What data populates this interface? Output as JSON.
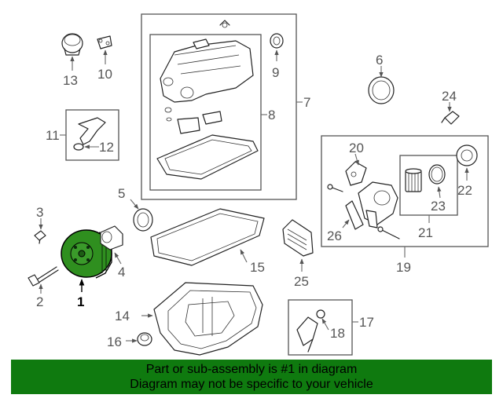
{
  "colors": {
    "banner_bg": "#0f7a0f",
    "highlight": "#2f8f1f",
    "label_text": "#555555"
  },
  "callouts": {
    "c1": "1",
    "c2": "2",
    "c3": "3",
    "c4": "4",
    "c5": "5",
    "c6": "6",
    "c7": "7",
    "c8": "8",
    "c9": "9",
    "c10": "10",
    "c11": "11",
    "c12": "12",
    "c13": "13",
    "c14": "14",
    "c15": "15",
    "c16": "16",
    "c17": "17",
    "c18": "18",
    "c19": "19",
    "c20": "20",
    "c21": "21",
    "c22": "22",
    "c23": "23",
    "c24": "24",
    "c25": "25",
    "c26": "26"
  },
  "highlighted_part": "1",
  "banner": {
    "line1": "Part or sub-assembly is #1 in diagram",
    "line2": "Diagram may not be specific to your vehicle"
  }
}
